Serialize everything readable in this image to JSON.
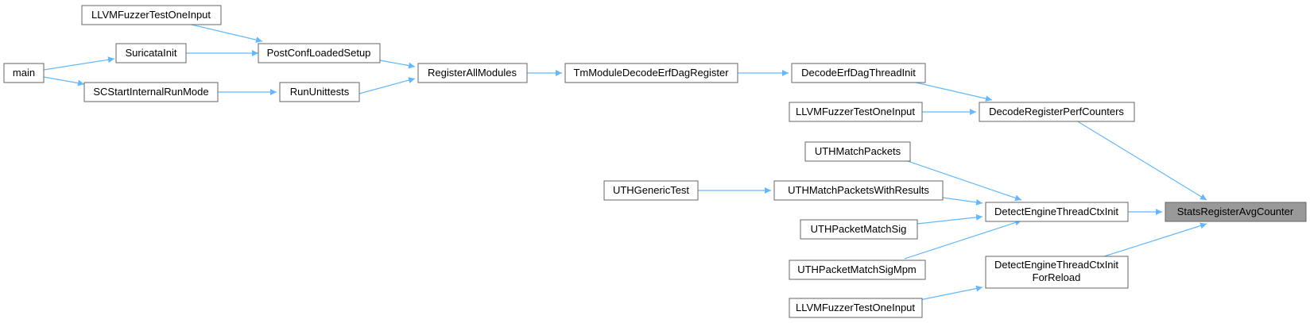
{
  "graph": {
    "nodes": {
      "llvm_top": "LLVMFuzzerTestOneInput",
      "suricata_init": "SuricataInit",
      "main": "main",
      "sc_start": "SCStartInternalRunMode",
      "post_conf": "PostConfLoadedSetup",
      "run_unittests": "RunUnittests",
      "register_all": "RegisterAllModules",
      "tm_module": "TmModuleDecodeErfDagRegister",
      "decode_erf": "DecodeErfDagThreadInit",
      "llvm_mid": "LLVMFuzzerTestOneInput",
      "decode_reg": "DecodeRegisterPerfCounters",
      "uth_match": "UTHMatchPackets",
      "uth_generic": "UTHGenericTest",
      "uth_match_results": "UTHMatchPacketsWithResults",
      "detect_ctx": "DetectEngineThreadCtxInit",
      "uth_sig": "UTHPacketMatchSig",
      "uth_sig_mpm": "UTHPacketMatchSigMpm",
      "detect_reload_1": "DetectEngineThreadCtxInit",
      "detect_reload_2": "ForReload",
      "llvm_bot": "LLVMFuzzerTestOneInput",
      "stats_avg": "StatsRegisterAvgCounter"
    },
    "colors": {
      "edge": "#63b8ff",
      "node_border": "#666666",
      "highlight_fill": "#999999"
    }
  }
}
